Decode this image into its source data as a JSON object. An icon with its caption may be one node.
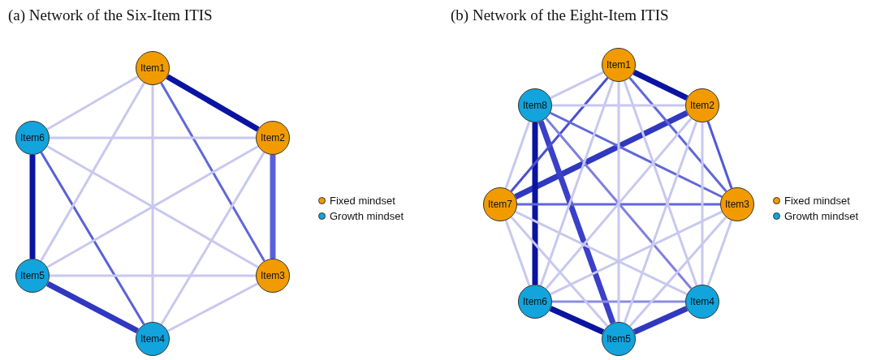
{
  "diagram": {
    "nodes": [
      {
        "text": [
          "Item1"
        ]
      },
      {
        "text": [
          "Item6"
        ]
      },
      {
        "text": [
          "Item2"
        ]
      },
      {
        "text": [
          "Item5"
        ]
      },
      {
        "text": [
          "Item3"
        ]
      },
      {
        "text": [
          "Item4"
        ]
      },
      {
        "text": [
          "Item1"
        ]
      },
      {
        "text": [
          "Item8"
        ]
      },
      {
        "text": [
          "Item2"
        ]
      },
      {
        "text": [
          "Item7"
        ]
      },
      {
        "text": [
          "Item3"
        ]
      },
      {
        "text": [
          "Item6"
        ]
      },
      {
        "text": [
          "Item4"
        ]
      },
      {
        "text": [
          "Item5"
        ]
      }
    ],
    "edges": [
      {
        "from": 0,
        "to": 2,
        "arrow": "none",
        "style": "thick",
        "color": "#0a14a0"
      },
      {
        "from": 2,
        "to": 4,
        "arrow": "none",
        "style": "thick",
        "color": "#5a60d8"
      },
      {
        "from": 0,
        "to": 4,
        "arrow": "none",
        "color": "#6068d8"
      },
      {
        "from": 1,
        "to": 3,
        "arrow": "none",
        "style": "thick",
        "color": "#0a14a0"
      },
      {
        "from": 1,
        "to": 5,
        "arrow": "none",
        "color": "#5a60d8"
      },
      {
        "from": 3,
        "to": 5,
        "arrow": "none",
        "style": "thick",
        "color": "#3038c0"
      },
      {
        "from": 0,
        "to": 1,
        "arrow": "none"
      },
      {
        "from": 0,
        "to": 3,
        "arrow": "none"
      },
      {
        "from": 0,
        "to": 5,
        "arrow": "none"
      },
      {
        "from": 1,
        "to": 2,
        "arrow": "none"
      },
      {
        "from": 1,
        "to": 4,
        "arrow": "none"
      },
      {
        "from": 3,
        "to": 2,
        "arrow": "none"
      },
      {
        "from": 3,
        "to": 4,
        "arrow": "none"
      },
      {
        "from": 5,
        "to": 2,
        "arrow": "none"
      },
      {
        "from": 5,
        "to": 4,
        "arrow": "none"
      },
      {
        "from": 6,
        "to": 8,
        "arrow": "none",
        "style": "thick",
        "color": "#0a14a0"
      },
      {
        "from": 8,
        "to": 9,
        "arrow": "none",
        "style": "thick",
        "color": "#3038c0"
      },
      {
        "from": 7,
        "to": 11,
        "arrow": "none",
        "style": "thick",
        "color": "#0a14a0"
      },
      {
        "from": 11,
        "to": 13,
        "arrow": "none",
        "style": "thick",
        "color": "#0a14a0"
      },
      {
        "from": 12,
        "to": 13,
        "arrow": "none",
        "style": "thick",
        "color": "#3038c0"
      },
      {
        "from": 7,
        "to": 13,
        "arrow": "none",
        "style": "thick",
        "color": "#3a40c8"
      },
      {
        "from": 6,
        "to": 9,
        "arrow": "none",
        "color": "#4a50d0"
      },
      {
        "from": 6,
        "to": 10,
        "arrow": "none",
        "color": "#6068d8"
      },
      {
        "from": 8,
        "to": 10,
        "arrow": "none",
        "color": "#5058d8"
      },
      {
        "from": 7,
        "to": 10,
        "arrow": "none",
        "color": "#6068d8"
      },
      {
        "from": 9,
        "to": 10,
        "arrow": "none",
        "color": "#6068d8"
      },
      {
        "from": 7,
        "to": 12,
        "arrow": "none",
        "color": "#8080e0"
      },
      {
        "from": 11,
        "to": 12,
        "arrow": "none",
        "color": "#8c8ce4"
      },
      {
        "from": 6,
        "to": 12,
        "arrow": "none"
      },
      {
        "from": 6,
        "to": 13,
        "arrow": "none"
      },
      {
        "from": 6,
        "to": 11,
        "arrow": "none"
      },
      {
        "from": 6,
        "to": 7,
        "arrow": "none"
      },
      {
        "from": 8,
        "to": 12,
        "arrow": "none"
      },
      {
        "from": 8,
        "to": 13,
        "arrow": "none"
      },
      {
        "from": 8,
        "to": 7,
        "arrow": "none"
      },
      {
        "from": 8,
        "to": 11,
        "arrow": "none"
      },
      {
        "from": 9,
        "to": 11,
        "arrow": "none"
      },
      {
        "from": 9,
        "to": 13,
        "arrow": "none"
      },
      {
        "from": 9,
        "to": 12,
        "arrow": "none"
      },
      {
        "from": 9,
        "to": 7,
        "arrow": "none"
      },
      {
        "from": 10,
        "to": 12,
        "arrow": "none"
      },
      {
        "from": 10,
        "to": 13,
        "arrow": "none"
      },
      {
        "from": 10,
        "to": 11,
        "arrow": "none"
      }
    ],
    "labels": [
      "(a) Network of the Six-Item ITIS",
      "(b) Network of the Eight-Item ITIS"
    ],
    "legend": [
      {
        "text": "Fixed mindset",
        "color": "#f29b00"
      },
      {
        "text": "Growth mindset",
        "color": "#12a4dd"
      },
      {
        "text": "Fixed mindset",
        "color": "#f29b00"
      },
      {
        "text": "Growth mindset",
        "color": "#12a4dd"
      }
    ]
  }
}
